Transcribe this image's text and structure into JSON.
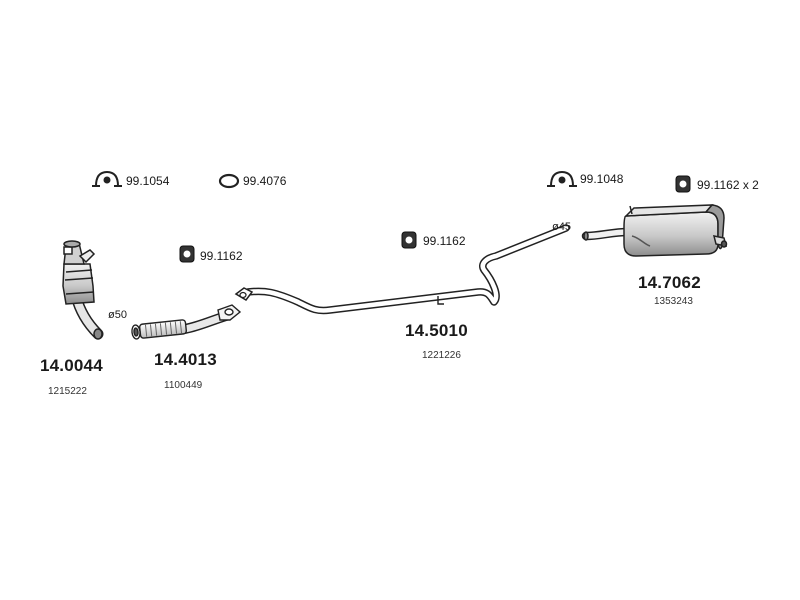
{
  "accessories": {
    "clamp_a": "99.1054",
    "ring_a": "99.4076",
    "clamp_b": "99.1048",
    "hanger_a": "99.1162 x 2",
    "hanger_b": "99.1162",
    "hanger_c": "99.1162"
  },
  "parts": {
    "front_pipe": {
      "number": "14.0044",
      "oem": "1215222",
      "diameter": "ø50"
    },
    "flex_pipe": {
      "number": "14.4013",
      "oem": "1100449"
    },
    "middle_pipe": {
      "number": "14.5010",
      "oem": "1221226",
      "diameter": "ø45"
    },
    "rear_silencer": {
      "number": "14.7062",
      "oem": "1353243"
    }
  },
  "colors": {
    "line": "#222222",
    "fill_light": "#dddddd",
    "fill_mid": "#b5b5b5",
    "fill_dark": "#6a6a6a"
  }
}
